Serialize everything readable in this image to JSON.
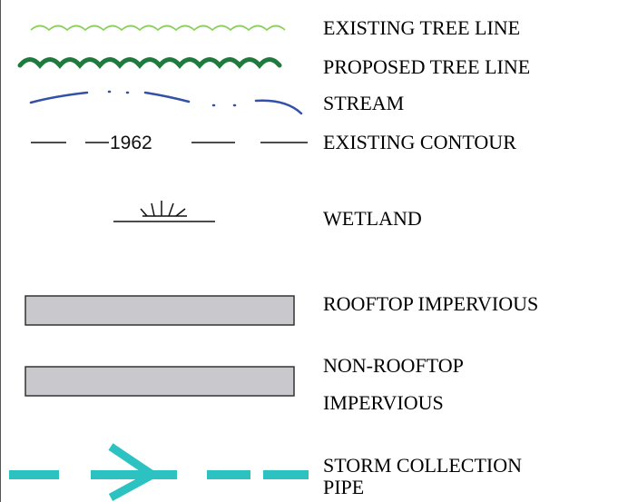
{
  "legend": {
    "items": [
      {
        "key": "existing_tree_line",
        "label": "EXISTING TREE LINE",
        "color": "#8cd15e"
      },
      {
        "key": "proposed_tree_line",
        "label": "PROPOSED TREE LINE",
        "color": "#1f7a3e"
      },
      {
        "key": "stream",
        "label": "STREAM",
        "color": "#3450a8"
      },
      {
        "key": "existing_contour",
        "label": "EXISTING CONTOUR",
        "contour_value": "1962",
        "color": "#111111"
      },
      {
        "key": "wetland",
        "label": "WETLAND",
        "color": "#111111"
      },
      {
        "key": "rooftop_impervious",
        "label": "ROOFTOP IMPERVIOUS",
        "color": "#c9c9cd"
      },
      {
        "key": "non_rooftop_impervious",
        "label_line1": "NON-ROOFTOP",
        "label_line2": "IMPERVIOUS",
        "color": "#c9c9cd"
      },
      {
        "key": "storm_collection_pipe",
        "label_line1": "STORM COLLECTION",
        "label_line2": "PIPE",
        "color": "#2cc2c2"
      }
    ]
  }
}
